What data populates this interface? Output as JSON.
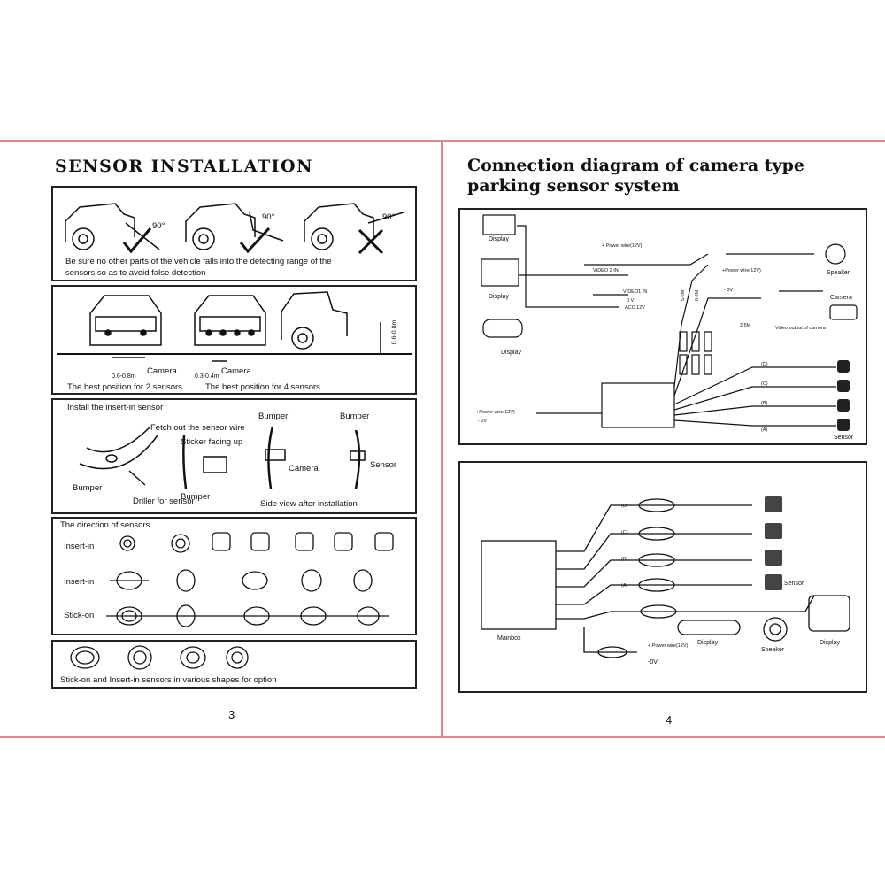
{
  "left_page": {
    "title": "SENSOR INSTALLATION",
    "panel1": {
      "angle_labels": [
        "90°",
        "90°",
        "90°"
      ],
      "caption_line1": "Be sure no other parts of the vehicle falls into the detecting range of the",
      "caption_line2": "sensors so as to avoid false detection"
    },
    "panel2": {
      "camera_label_1": "Camera",
      "camera_label_2": "Camera",
      "range_1": "0.6-0.8m",
      "range_2": "0.3-0.4m",
      "height_range": "0.6-0.8m",
      "caption_2_sensors": "The best position for 2 sensors",
      "caption_4_sensors": "The best position for 4 sensors"
    },
    "panel3": {
      "heading": "Install the insert-in sensor",
      "fetch_wire": "Fetch out the sensor wire",
      "sticker": "Sticker facing up",
      "bumper_1": "Bumper",
      "bumper_2": "Bumper",
      "bumper_3": "Bumper",
      "bumper_4": "Bumper",
      "driller": "Driller for sensor",
      "camera": "Camera",
      "sensor": "Sensor",
      "side_view": "Side view after installation"
    },
    "panel4": {
      "heading": "The direction of sensors",
      "row_labels": [
        "Insert-in",
        "Insert-in",
        "Stick-on"
      ]
    },
    "panel5": {
      "caption": "Stick-on and Insert-in sensors in various shapes for option"
    },
    "page_number": "3"
  },
  "right_page": {
    "title_line1": "Connection diagram of camera type",
    "title_line2": "parking sensor system",
    "diagram1": {
      "display_1": "Display",
      "display_2": "Display",
      "display_3": "Display",
      "power_wire_top": "+ Power wire(12V)",
      "video2_in": "VIDEO 2 IN",
      "video1_in": "VIDEO1 IN",
      "zero_v": "0 V",
      "acc": "ACC 12V",
      "speaker": "Speaker",
      "power_wire_cam": "+Power wire(12V)",
      "minus_v_cam": "- 0V",
      "camera": "Camera",
      "len_50": "5.0M",
      "len_60": "6.0M",
      "len_25": "2.5M",
      "video_output": "Video output of camera",
      "power_wire_box": "+Power wire(12V)",
      "minus_v_box": "- 0V",
      "channels": [
        "(D)",
        "(C)",
        "(B)",
        "(A)"
      ],
      "sensor": "Sensor"
    },
    "diagram2": {
      "channels": [
        "(D)",
        "(C)",
        "(B)",
        "(A)"
      ],
      "sensor": "Sensor",
      "mainbox": "Mainbox",
      "display_1": "Display",
      "speaker": "Speaker",
      "display_2": "Display",
      "power_wire": "+ Power wire(12V)",
      "minus_v": "-0V"
    },
    "page_number": "4"
  }
}
